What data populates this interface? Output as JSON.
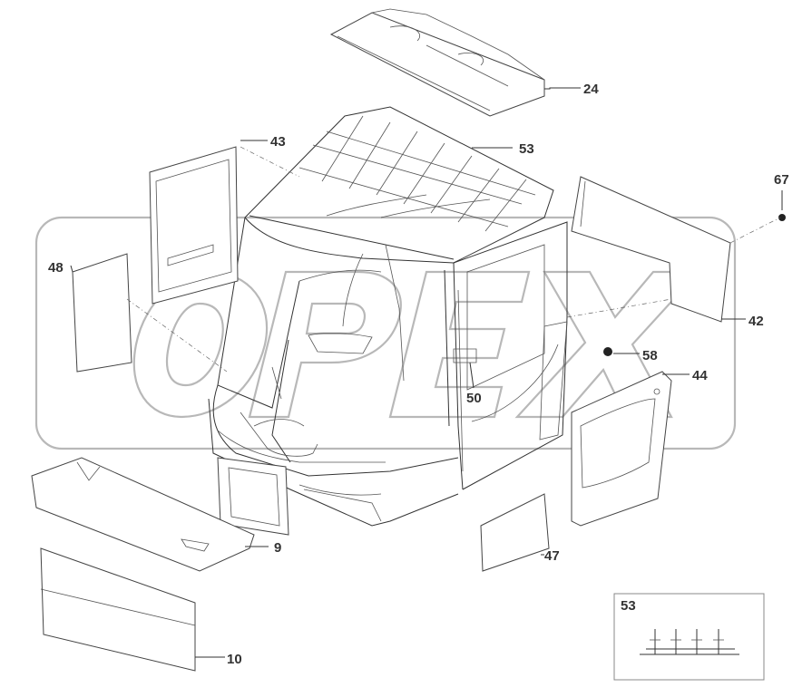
{
  "watermark": "OPEX",
  "callouts": {
    "c24": "24",
    "c43": "43",
    "c53": "53",
    "c67": "67",
    "c48": "48",
    "c42": "42",
    "c58": "58",
    "c44": "44",
    "c50": "50",
    "c9": "9",
    "c47": "47",
    "c10": "10"
  },
  "detail_box": {
    "label": "53"
  },
  "colors": {
    "line": "#333333",
    "watermark_stroke": "#b8b8b8"
  }
}
